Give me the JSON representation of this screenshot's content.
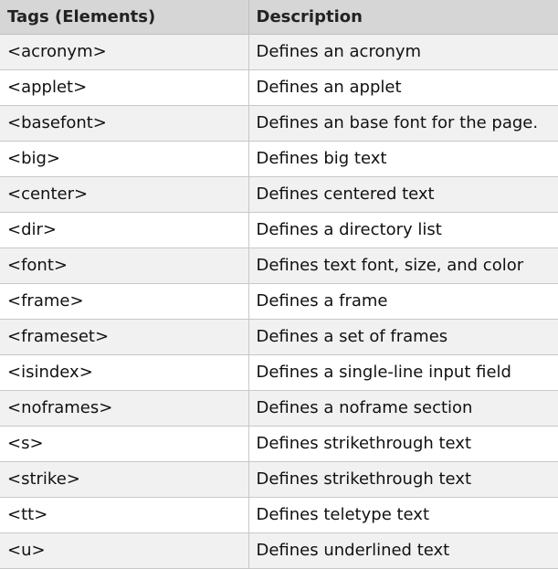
{
  "table": {
    "headers": [
      "Tags (Elements)",
      "Description"
    ],
    "rows": [
      {
        "tag": "<acronym>",
        "description": "Defines an acronym"
      },
      {
        "tag": "<applet>",
        "description": "Defines an applet"
      },
      {
        "tag": "<basefont>",
        "description": "Defines an base font for the page."
      },
      {
        "tag": "<big>",
        "description": "Defines big text"
      },
      {
        "tag": "<center>",
        "description": "Defines centered text"
      },
      {
        "tag": "<dir>",
        "description": "Defines a directory list"
      },
      {
        "tag": "<font>",
        "description": "Defines text font, size, and color"
      },
      {
        "tag": "<frame>",
        "description": "Defines a frame"
      },
      {
        "tag": "<frameset>",
        "description": "Defines a set of frames"
      },
      {
        "tag": "<isindex>",
        "description": "Defines a single-line input field"
      },
      {
        "tag": "<noframes>",
        "description": "Defines a noframe section"
      },
      {
        "tag": "<s>",
        "description": "Defines strikethrough text"
      },
      {
        "tag": "<strike>",
        "description": "Defines strikethrough text"
      },
      {
        "tag": "<tt>",
        "description": "Defines teletype text"
      },
      {
        "tag": "<u>",
        "description": "Defines underlined text"
      }
    ]
  }
}
